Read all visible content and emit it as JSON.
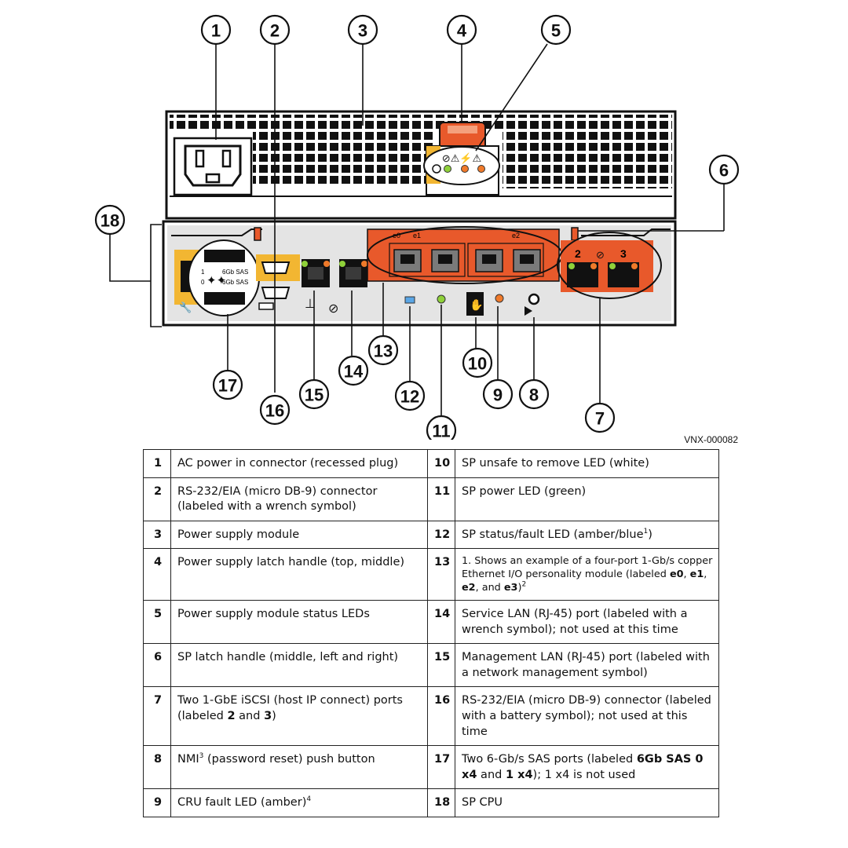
{
  "figure_id": "VNX-000082",
  "panel": {
    "sas_port_labels": [
      "6Gb SAS",
      "6Gb SAS"
    ],
    "sas_port_indices": [
      "1",
      "0"
    ],
    "io_module_port_labels": [
      "e0",
      "e1",
      "e2"
    ],
    "iscsi_port_labels": [
      "2",
      "3"
    ],
    "colors": {
      "io_module": "#e8592b",
      "latch": "#e8592b",
      "yellow": "#f2b632",
      "panel_gray": "#e4e4e4",
      "grill": "#111111",
      "led_green": "#8fd13a",
      "led_orange": "#f07a2a",
      "led_blue": "#5aa6e6"
    }
  },
  "callouts": [
    "1",
    "2",
    "3",
    "4",
    "5",
    "6",
    "7",
    "8",
    "9",
    "10",
    "11",
    "12",
    "13",
    "14",
    "15",
    "16",
    "17",
    "18"
  ],
  "legend": [
    {
      "left_num": "1",
      "left": {
        "pre": "AC power in connector (recessed plug)"
      },
      "right_num": "10",
      "right": {
        "pre": "SP unsafe to remove LED (white)"
      }
    },
    {
      "left_num": "2",
      "left": {
        "pre": "RS-232/EIA (micro DB-9) connector (labeled with a wrench symbol)"
      },
      "right_num": "11",
      "right": {
        "pre": "SP power LED (green)"
      }
    },
    {
      "left_num": "3",
      "left": {
        "pre": "Power supply module"
      },
      "right_num": "12",
      "right": {
        "pre": "SP status/fault LED (amber/blue",
        "sup": "1",
        "post": ")"
      }
    },
    {
      "left_num": "4",
      "left": {
        "pre": "Power supply latch handle (top, middle)"
      },
      "right_num": "13",
      "right": {
        "note": "1. Shows an example of a four-port 1-Gb/s copper Ethernet I/O personality module (labeled ",
        "b1": "e0",
        "s1": ", ",
        "b2": "e1",
        "s2": ", ",
        "b3": "e2",
        "s3": ", and ",
        "b4": "e3",
        "s4": ")",
        "sup": "2"
      }
    },
    {
      "left_num": "5",
      "left": {
        "pre": "Power supply module status LEDs"
      },
      "right_num": "14",
      "right": {
        "pre": "Service LAN (RJ-45) port (labeled with a wrench symbol); not used at this time"
      }
    },
    {
      "left_num": "6",
      "left": {
        "pre": "SP latch handle (middle, left and right)"
      },
      "right_num": "15",
      "right": {
        "pre": "Management LAN (RJ-45) port (labeled with a network management symbol)"
      }
    },
    {
      "left_num": "7",
      "left": {
        "pre": "Two 1-GbE iSCSI (host IP connect) ports (labeled ",
        "b1": "2",
        "mid": " and ",
        "b2": "3",
        "post": ")"
      },
      "right_num": "16",
      "right": {
        "pre": "RS-232/EIA (micro DB-9) connector (labeled with a battery symbol); not used at this time"
      }
    },
    {
      "left_num": "8",
      "left": {
        "pre": "NMI",
        "sup": "3",
        "post": " (password reset) push button"
      },
      "right_num": "17",
      "right": {
        "pre": "Two 6-Gb/s SAS ports (labeled ",
        "b1": "6Gb SAS 0 x4",
        "mid": " and ",
        "b2": "1 x4",
        "post": "); 1 x4 is not used"
      }
    },
    {
      "left_num": "9",
      "left": {
        "pre": "CRU fault LED (amber)",
        "sup": "4"
      },
      "right_num": "18",
      "right": {
        "pre": "SP CPU"
      }
    }
  ]
}
